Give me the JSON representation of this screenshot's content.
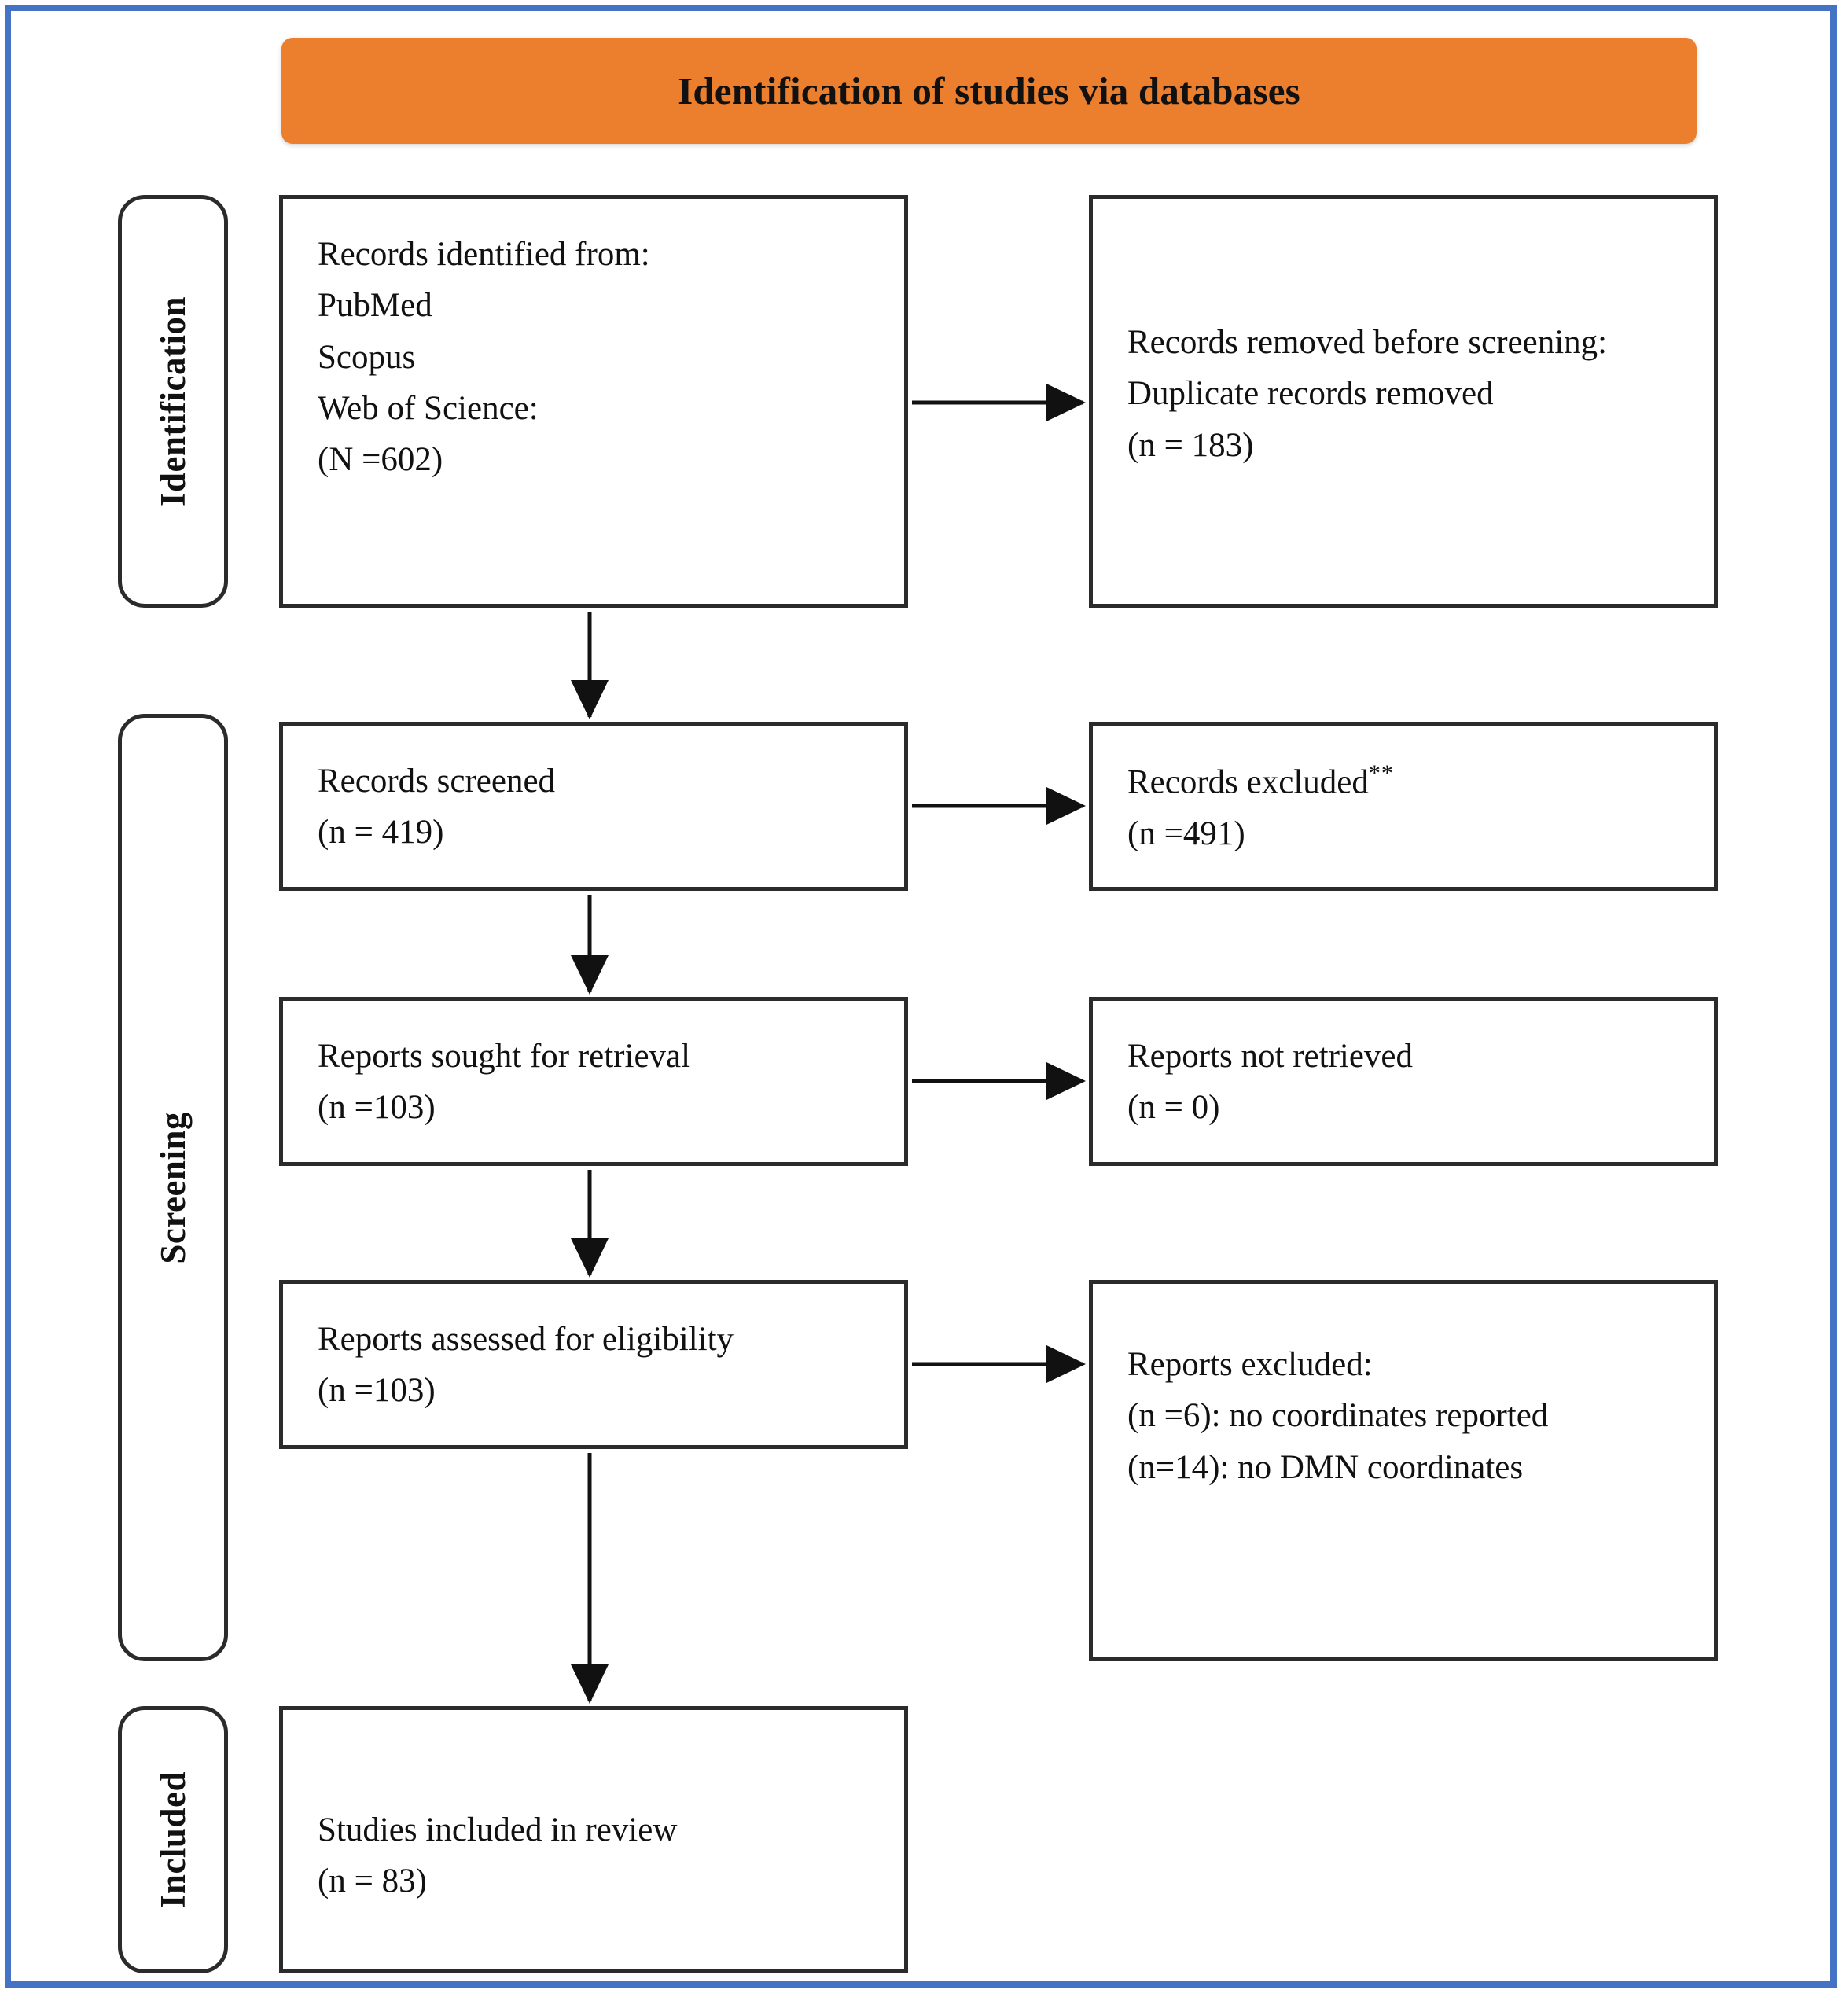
{
  "diagram": {
    "title": "Identification of studies via databases",
    "accent_orange": "#EC7F2E",
    "frame_blue": "#4472C4",
    "stages": [
      {
        "id": "identification",
        "label": "Identification"
      },
      {
        "id": "screening",
        "label": "Screening"
      },
      {
        "id": "included",
        "label": "Included"
      }
    ],
    "boxes": {
      "records_identified": {
        "lines": [
          "Records identified from:",
          "PubMed",
          "Scopus",
          "Web of Science:",
          "(N =602)"
        ]
      },
      "records_removed": {
        "line1_a": "Records removed ",
        "line1_b": "before screening",
        "line1_c": ":",
        "line2": "Duplicate records removed",
        "line3": "(n = 183)"
      },
      "records_screened": {
        "line1": "Records screened",
        "line2": "(n = 419)"
      },
      "records_excluded": {
        "line1": "Records excluded",
        "line1_sup": "**",
        "line2": "(n =491)"
      },
      "reports_sought": {
        "line1": "Reports sought for retrieval",
        "line2": "(n =103)"
      },
      "reports_not_retrieved": {
        "line1": "Reports not retrieved",
        "line2": "(n = 0)"
      },
      "reports_assessed": {
        "line1": "Reports assessed for eligibility",
        "line2": "(n =103)"
      },
      "reports_excluded": {
        "line1": "Reports excluded:",
        "line2": "(n =6): no coordinates reported",
        "line3": "(n=14): no DMN coordinates"
      },
      "studies_included": {
        "line1": "Studies included in review",
        "line2": "(n = 83)"
      }
    }
  }
}
